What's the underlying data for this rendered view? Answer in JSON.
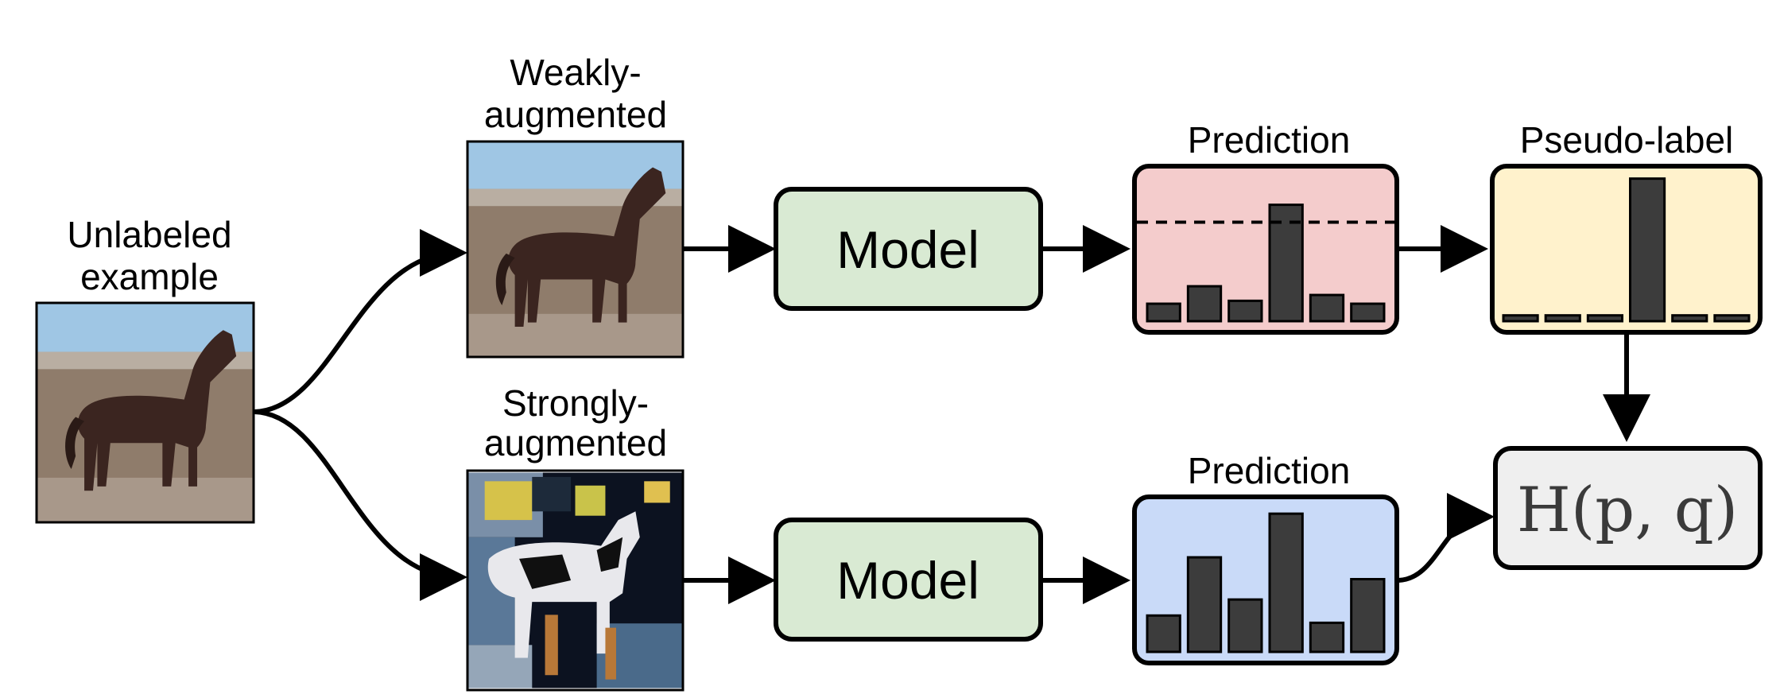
{
  "labels": {
    "unlabeled_line1": "Unlabeled",
    "unlabeled_line2": "example",
    "weak_line1": "Weakly-",
    "weak_line2": "augmented",
    "strong_line1": "Strongly-",
    "strong_line2": "augmented",
    "prediction_top": "Prediction",
    "prediction_bottom": "Prediction",
    "pseudo_label": "Pseudo-label"
  },
  "models": {
    "top": "Model",
    "bottom": "Model"
  },
  "loss": {
    "text": "H(p, q)"
  },
  "histograms": {
    "prediction_top": [
      0.12,
      0.24,
      0.14,
      0.8,
      0.18,
      0.12
    ],
    "threshold": 0.68,
    "pseudo_label": [
      0.04,
      0.04,
      0.04,
      0.98,
      0.04,
      0.04
    ],
    "prediction_bottom": [
      0.25,
      0.65,
      0.36,
      0.95,
      0.2,
      0.5
    ]
  },
  "colors": {
    "model_fill": "#d9ead3",
    "prediction_top_fill": "#f4cccc",
    "pseudo_label_fill": "#fff2cc",
    "prediction_bottom_fill": "#c9daf8",
    "loss_fill": "#efefef"
  },
  "images": {
    "unlabeled": "horse-photo",
    "weak": "horse-photo",
    "strong": "augmented-horse-photo"
  }
}
